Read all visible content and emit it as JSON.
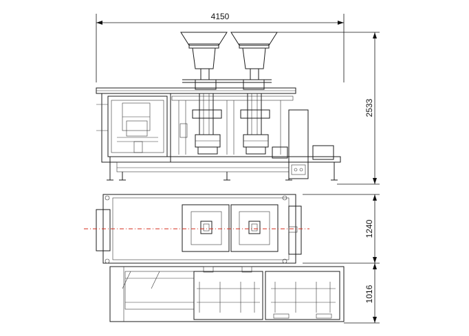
{
  "dimensions": {
    "overall_width": "4150",
    "front_height": "2533",
    "top_depth": "1240",
    "platform_depth": "1016"
  },
  "colors": {
    "line": "#1a1a1a",
    "centerline": "#d42a1a",
    "background": "#ffffff"
  }
}
